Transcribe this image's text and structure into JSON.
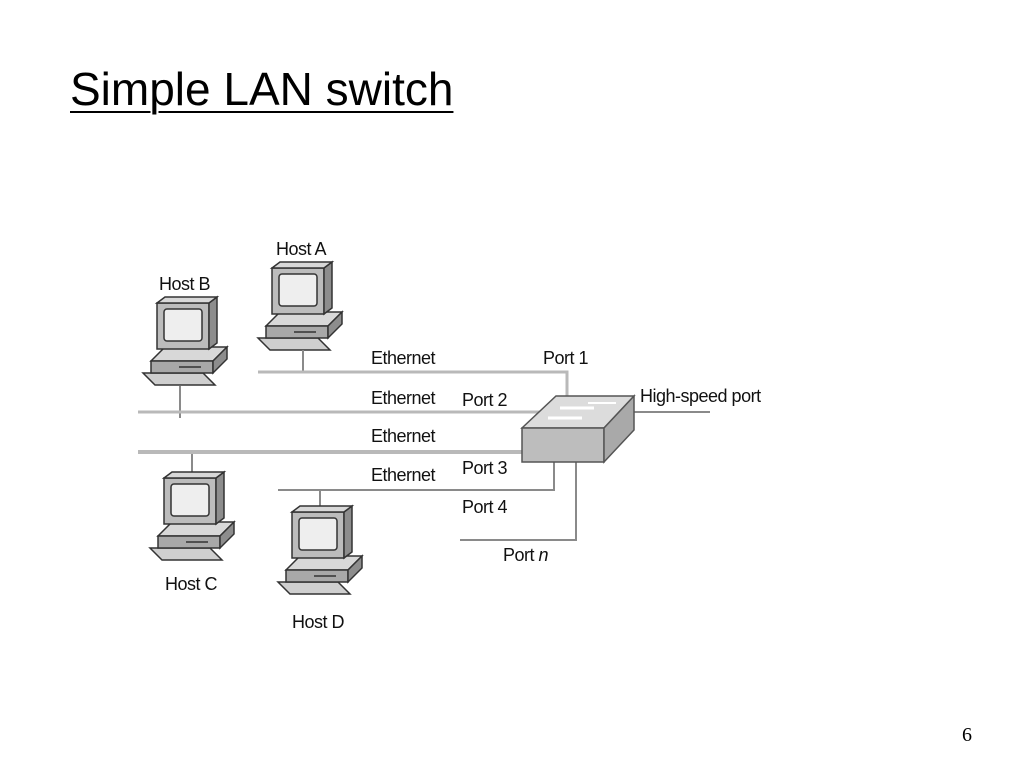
{
  "slide": {
    "title": "Simple LAN switch",
    "page_number": "6"
  },
  "diagram": {
    "hosts": {
      "a": "Host A",
      "b": "Host B",
      "c": "Host C",
      "d": "Host D"
    },
    "segments": [
      "Ethernet",
      "Ethernet",
      "Ethernet",
      "Ethernet"
    ],
    "ports": {
      "p1": "Port 1",
      "p2": "Port 2",
      "p3": "Port 3",
      "p4": "Port 4",
      "pn_prefix": "Port ",
      "pn_var": "n"
    },
    "high_speed": "High-speed port",
    "colors": {
      "wire": "#b9b9b9",
      "wire_dark": "#8a8a8a",
      "switch_top": "#dcdcdc",
      "switch_side": "#bdbdbd",
      "monitor_screen": "#eeeeee"
    }
  }
}
